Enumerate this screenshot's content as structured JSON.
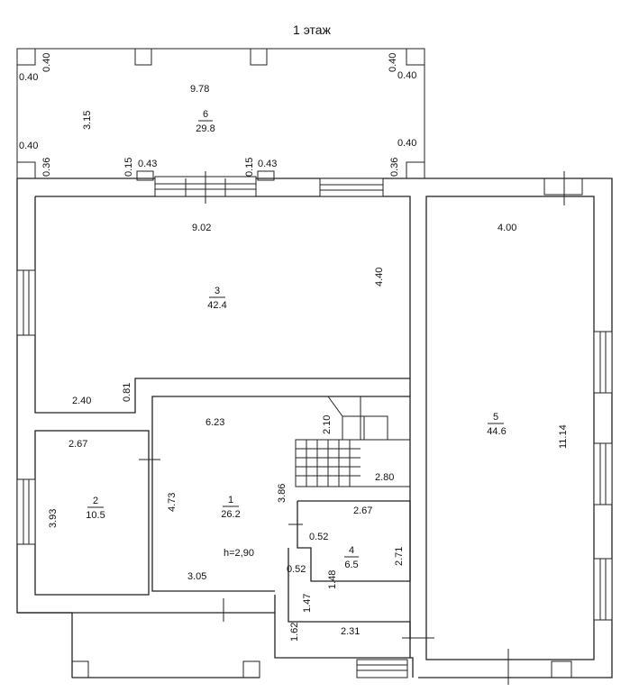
{
  "title": "1 этаж",
  "rooms": [
    {
      "number": "1",
      "area": "26.2"
    },
    {
      "number": "2",
      "area": "10.5"
    },
    {
      "number": "3",
      "area": "42.4"
    },
    {
      "number": "4",
      "area": "6.5"
    },
    {
      "number": "5",
      "area": "44.6"
    },
    {
      "number": "6",
      "area": "29.8"
    }
  ],
  "ceiling_height": "h=2,90",
  "terrace": {
    "width": "9.78",
    "depth": "3.15",
    "post_top_left_h": "0.40",
    "post_top_left_v": "0.40",
    "post_top_right_h": "0.40",
    "post_top_right_v": "0.40",
    "post_mid_left": "0.40",
    "post_mid_right": "0.40",
    "edge_left": "0.36",
    "edge_right": "0.36",
    "post_a_v": "0.15",
    "post_a_h": "0.43",
    "post_b_v": "0.15",
    "post_b_h": "0.43"
  },
  "dims": {
    "r3_width": "9.02",
    "r3_depth": "4.40",
    "r3_notch_w": "2.40",
    "r3_notch_h": "0.81",
    "r5_width": "4.00",
    "r5_length": "11.14",
    "r2_width": "2.67",
    "r2_depth": "3.93",
    "r1_width": "6.23",
    "r1_depth": "4.73",
    "r1_bottom": "3.05",
    "stair_depth": "2.10",
    "stair_width": "2.80",
    "stair_side": "3.86",
    "r4_width": "2.67",
    "r4_depth": "2.71",
    "r4_notch_a": "0.52",
    "r4_notch_b": "0.52",
    "r4_side": "1.48",
    "hall_side": "1.47",
    "hall_bottom": "1.62",
    "hall_width": "2.31"
  }
}
